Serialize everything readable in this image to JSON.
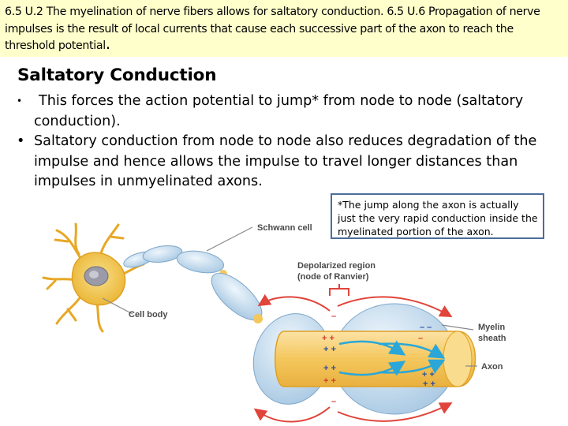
{
  "header": {
    "text": "6.5 U.2 The myelination of nerve fibers allows for saltatory conduction. 6.5 U.6 Propagation of nerve impulses is the result of local currents that cause each successive part of the axon to reach the threshold potential",
    "end_mark": "."
  },
  "title": "Saltatory Conduction",
  "bullets": [
    "This forces the action potential to jump* from node to node (saltatory conduction).",
    "Saltatory conduction from node to node also reduces degradation of the impulse and hence allows the impulse to travel longer distances than impulses in unmyelinated axons."
  ],
  "note": "*The jump along the axon is actually just the very rapid conduction inside the myelinated portion of the axon.",
  "figure": {
    "labels": {
      "schwann": "Schwann cell",
      "depol_1": "Depolarized region",
      "depol_2": "(node of Ranvier)",
      "cell_body": "Cell body",
      "myelin_1": "Myelin",
      "myelin_2": "sheath",
      "axon": "Axon"
    },
    "colors": {
      "myelin": "#c6dff0",
      "axon": "#f7d27a",
      "cell": "#f3c84d",
      "current": "#2aa7d8",
      "field": "#e0443a",
      "leader": "#888888"
    }
  }
}
